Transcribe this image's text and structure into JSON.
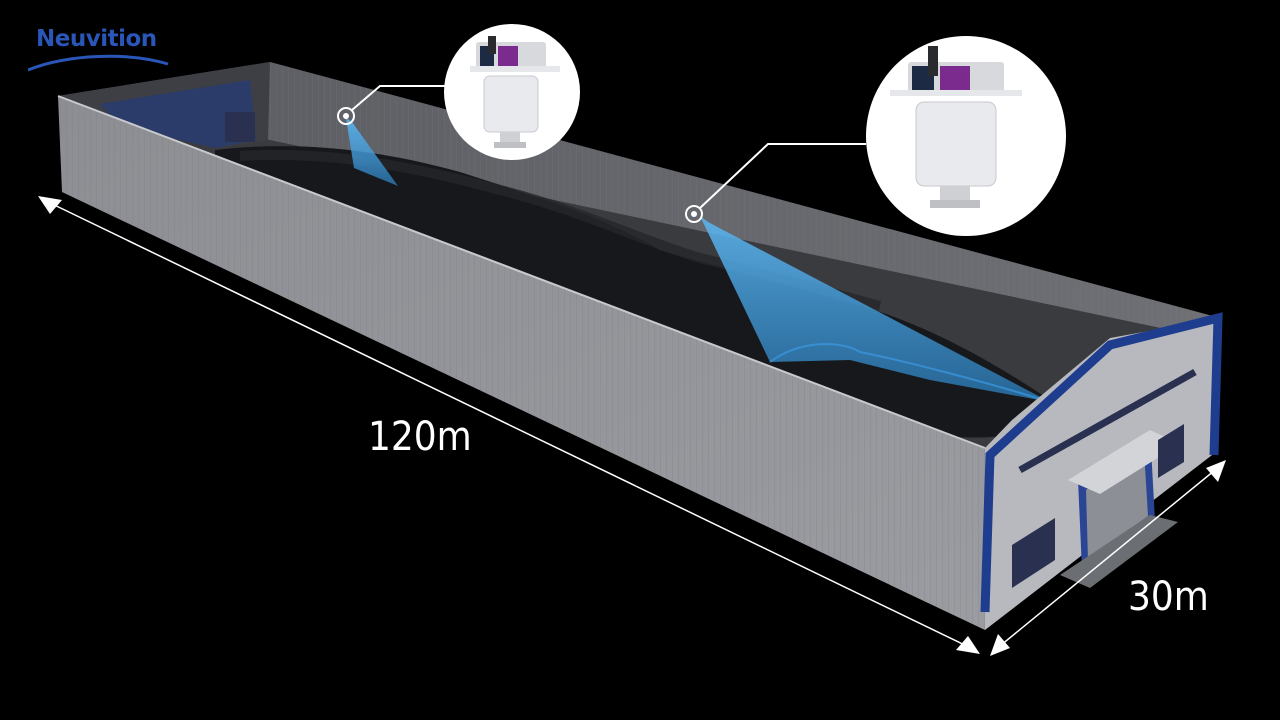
{
  "brand": {
    "name": "Neuvition",
    "color": "#2a56b8"
  },
  "dimensions": {
    "length": "120m",
    "width": "30m"
  },
  "colors": {
    "wall": "#8f9196",
    "frame": "#1f3d8f",
    "scan_beam": "#4aa8e6",
    "pile": "#141518"
  },
  "icons": [
    "lidar-sensor-icon",
    "ptz-camera-icon",
    "arrow-head-icon"
  ]
}
